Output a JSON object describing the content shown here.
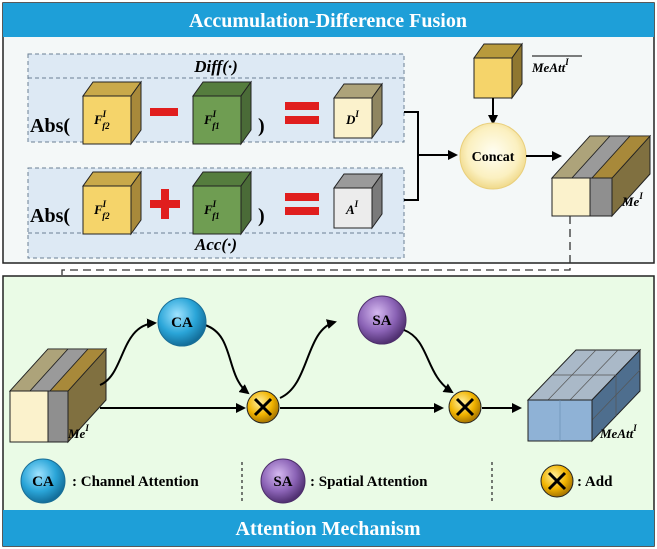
{
  "fusion": {
    "title": "Accumulation-Difference Fusion",
    "diff_label": "Diff(·)",
    "acc_label": "Acc(·)",
    "abs_label": "Abs(",
    "close_paren": ")",
    "diff_row": {
      "left": "F",
      "left_sup": "I",
      "left_sub": "f2",
      "right": "F",
      "right_sup": "I",
      "right_sub": "f1",
      "result": "D",
      "result_sup": "I"
    },
    "acc_row": {
      "left": "F",
      "left_sup": "I",
      "left_sub": "f2",
      "right": "F",
      "right_sup": "I",
      "right_sub": "f1",
      "result": "A",
      "result_sup": "I"
    },
    "concat_label": "Concat",
    "meatt_top": "MeAtt",
    "meatt_top_sup": "I",
    "me_label": "Me",
    "me_sup": "I"
  },
  "attention": {
    "title": "Attention Mechanism",
    "ca_label": "CA",
    "sa_label": "SA",
    "me_label": "Me",
    "me_sup": "I",
    "out_label": "MeAtt",
    "out_sup": "I"
  },
  "legend": {
    "ca_node": "CA",
    "ca_text": ": Channel Attention",
    "sa_node": "SA",
    "sa_text": ": Spatial Attention",
    "add_text": ": Add"
  },
  "colors": {
    "banner": "#1e9fd8",
    "top_panel_bg": "#f4f8f8",
    "bottom_panel_bg": "#eafbe6",
    "sub_box_bg": "#dde9f4",
    "yellow_cube": "#f5d46a",
    "green_cube": "#6f9d52",
    "red_op": "#e01e1e",
    "ca_blue": "#2aa5d8",
    "sa_purple": "#7e57a8",
    "add_gold": "#f0b400",
    "output_blue": "#7fa7cc"
  }
}
